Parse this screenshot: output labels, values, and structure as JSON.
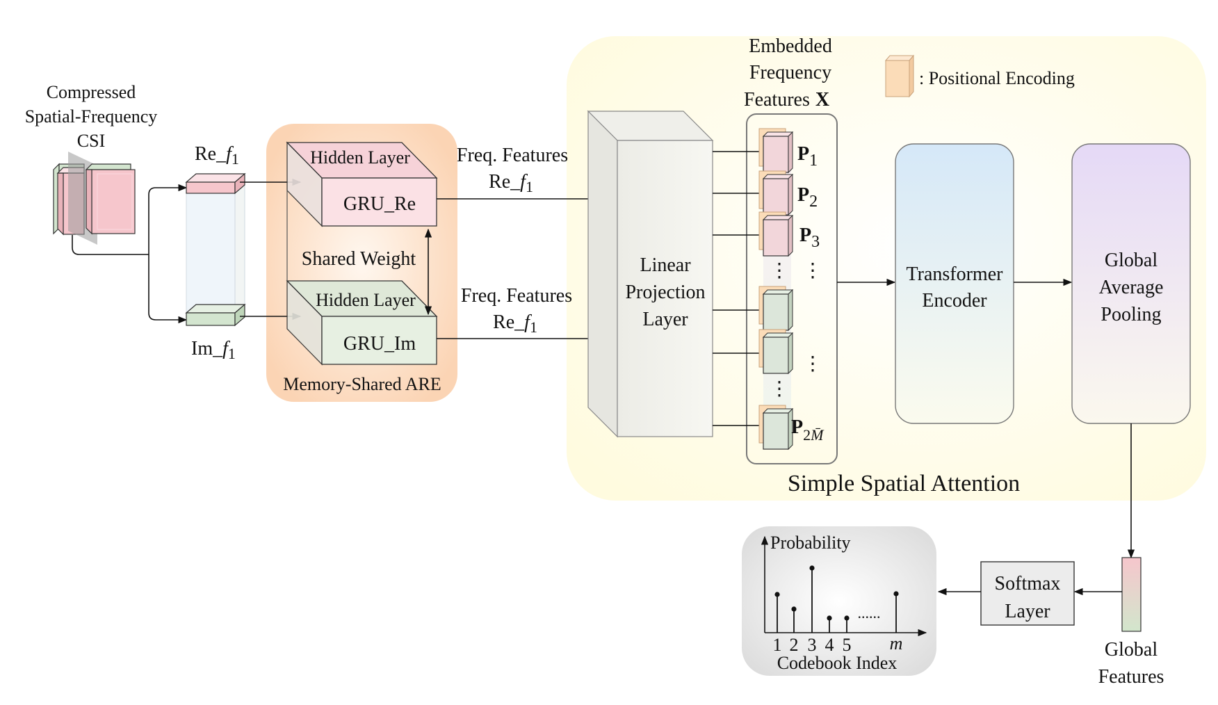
{
  "input": {
    "title_line1": "Compressed",
    "title_line2": "Spatial-Frequency",
    "title_line3": "CSI"
  },
  "split": {
    "re_label": "Re_",
    "im_label": "Im_",
    "f_symbol": "f",
    "f_sub": "1"
  },
  "are": {
    "hidden_top": "Hidden Layer",
    "gru_re": "GRU_Re",
    "shared_weight": "Shared Weight",
    "hidden_bottom": "Hidden Layer",
    "gru_im": "GRU_Im",
    "caption": "Memory-Shared ARE"
  },
  "freq_top": {
    "line1": "Freq. Features",
    "line2": "Re_",
    "f": "f",
    "sub": "1"
  },
  "freq_bottom": {
    "line1": "Freq. Features",
    "line2": "Re_",
    "f": "f",
    "sub": "1"
  },
  "projection": {
    "line1": "Linear",
    "line2": "Projection",
    "line3": "Layer"
  },
  "embedded": {
    "line1": "Embedded",
    "line2": "Frequency",
    "line3": "Features",
    "symbol": "X"
  },
  "legend": {
    "text": ": Positional Encoding"
  },
  "patches": {
    "p": "P",
    "sub1": "1",
    "sub2": "2",
    "sub3": "3",
    "sub_last": "2",
    "sub_last_m": "M̄",
    "dots": "⋮"
  },
  "attention_caption": "Simple Spatial Attention",
  "transformer": {
    "line1": "Transformer",
    "line2": "Encoder"
  },
  "pooling": {
    "line1": "Global",
    "line2": "Average",
    "line3": "Pooling"
  },
  "global_features": {
    "line1": "Global",
    "line2": "Features"
  },
  "softmax": {
    "line1": "Softmax",
    "line2": "Layer"
  },
  "prob_chart": {
    "ylabel": "Probability",
    "xlabel": "Codebook Index",
    "ticks": [
      "1",
      "2",
      "3",
      "4",
      "5",
      "m"
    ],
    "ellipsis": "......"
  },
  "colors": {
    "re": "#f6cfd4",
    "im": "#d6e6d2",
    "are_bg": "#fbd6b8",
    "attention_bg": "#fffbe4",
    "pos_enc": "#fbdcb8",
    "transformer_top": "#d8e9f8",
    "pooling_top": "#e6dcf6",
    "chart_bg": "#e0e0e0",
    "softmax_bg": "#ececec"
  }
}
